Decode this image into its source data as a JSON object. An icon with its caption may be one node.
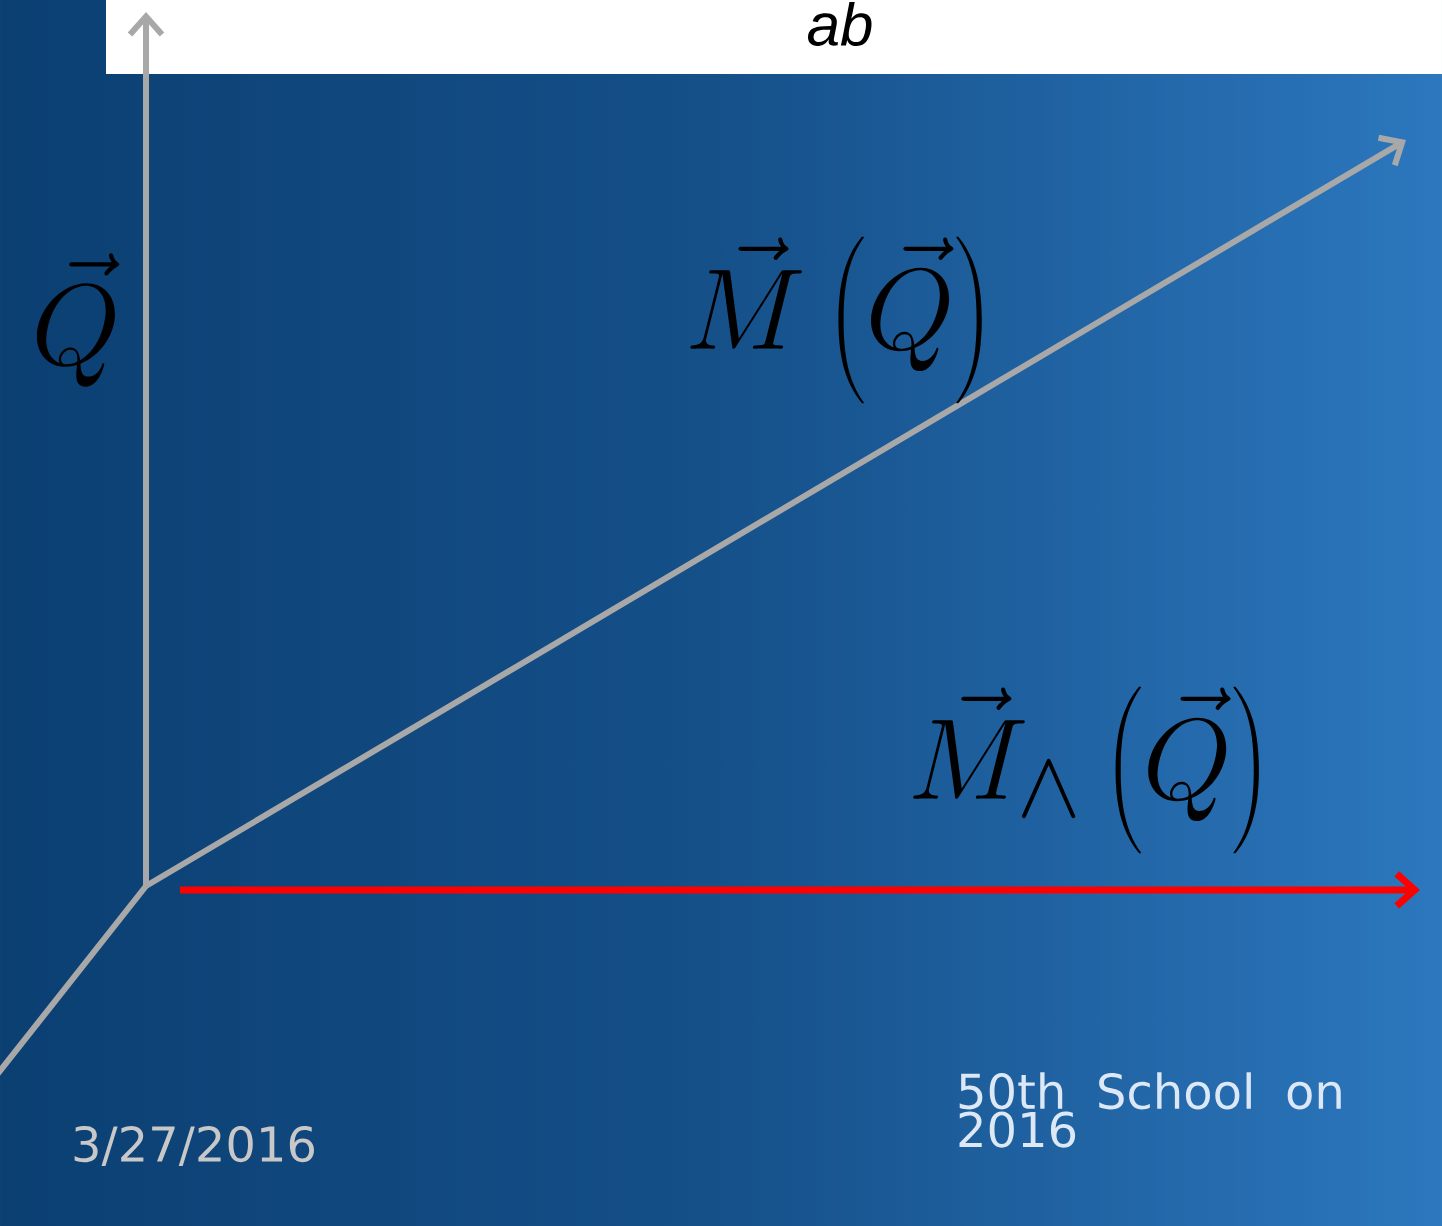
{
  "diagram": {
    "labels": [
      "ab",
      "\\vec{Q}",
      "\\vec{M}\\left(\\vec{Q}\\right)",
      "\\vec{M}_{\\wedge}\\left(\\vec{Q}\\right)",
      "3/27/2016",
      "50th School on 2016"
    ]
  }
}
